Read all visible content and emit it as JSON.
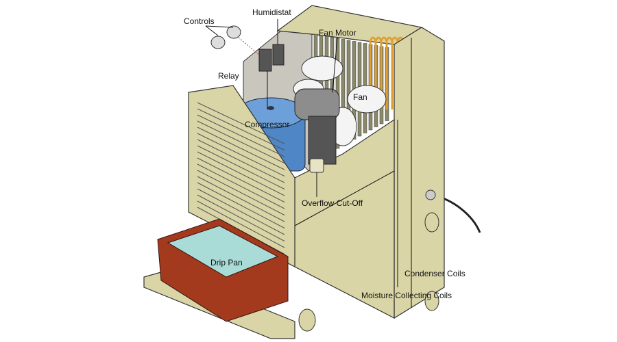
{
  "diagram": {
    "labels": {
      "controls": "Controls",
      "humidistat": "Humidistat",
      "fan_motor": "Fan Motor",
      "relay": "Relay",
      "fan": "Fan",
      "compressor": "Compressor",
      "overflow_cutoff": "Overflow Cut-Off",
      "drip_pan": "Drip Pan",
      "condenser_coils": "Condenser Coils",
      "moisture_collecting_coils": "Moisture Collecting Coils"
    },
    "colors": {
      "body": "#d9d5a6",
      "compressor": "#4f86c6",
      "drip_pan": "#a33a1e",
      "water": "#a9dcd6",
      "coils": "#e0a030",
      "fins": "#8a8a6a"
    }
  }
}
